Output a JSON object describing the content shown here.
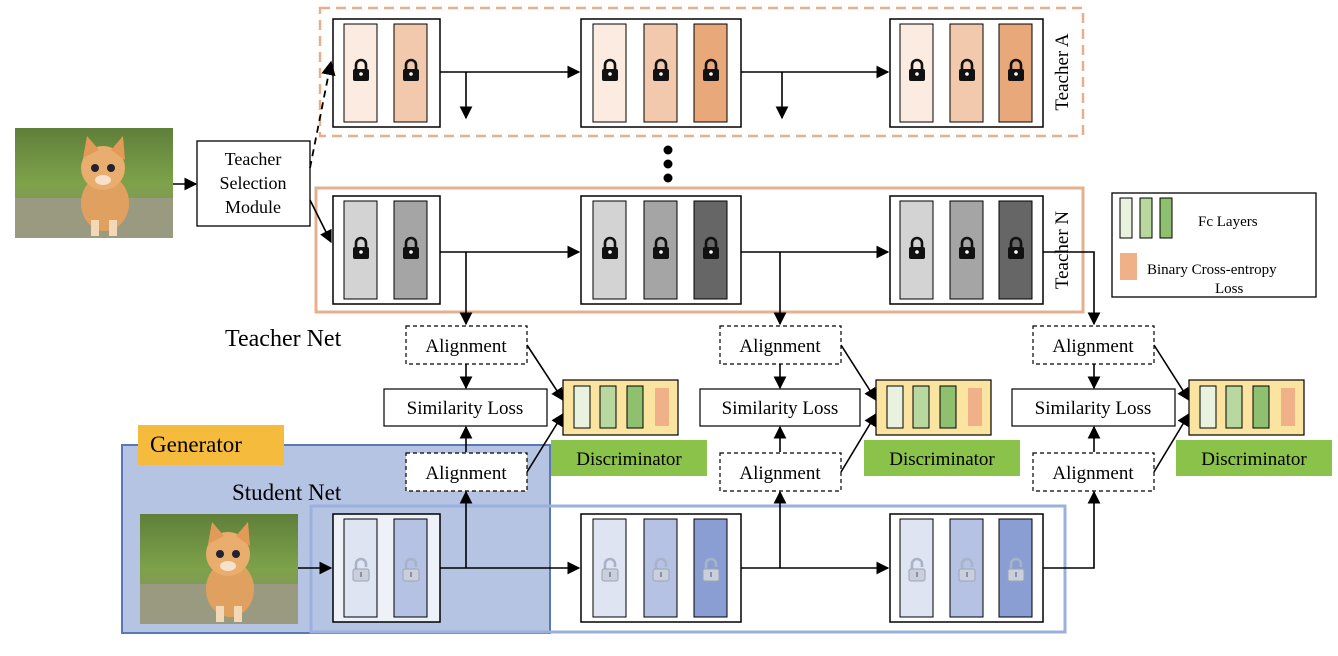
{
  "teacher_selection_module": {
    "line1": "Teacher",
    "line2": "Selection",
    "line3": "Module"
  },
  "teacher_a_label": "Teacher A",
  "teacher_n_label": "Teacher N",
  "teacher_net_label": "Teacher Net",
  "student_net_label": "Student Net",
  "generator_label": "Generator",
  "alignment_label": "Alignment",
  "similarity_loss_label": "Similarity Loss",
  "discriminator_label": "Discriminator",
  "legend": {
    "fc_layers": "Fc Layers",
    "bce_line1": "Binary Cross-entropy",
    "bce_line2": "Loss"
  },
  "colors": {
    "teacher_a_border": "#e6b08c",
    "teacher_n_border": "#e6b08c",
    "generator_fill": "#b4c4e2",
    "generator_border": "#5a78b8",
    "generator_tag": "#f5bb3c",
    "student_border": "#9bb0dc",
    "disc_box": "#fbe4a0",
    "disc_label_bg": "#8bc34a",
    "teacher_a_layers": [
      "#fbebe0",
      "#f2c9ad",
      "#e8a879"
    ],
    "teacher_n_layers": [
      "#d3d3d3",
      "#a5a5a5",
      "#666666"
    ],
    "student_layers": [
      "#dfe4f3",
      "#b5c2e4",
      "#8b9ed4"
    ],
    "fc_layers": [
      "#e8f2de",
      "#b9d8a0",
      "#8fc070"
    ],
    "bce": "#f0b088"
  },
  "icons": [
    "cat-photo",
    "lock-icon",
    "unlock-icon"
  ]
}
